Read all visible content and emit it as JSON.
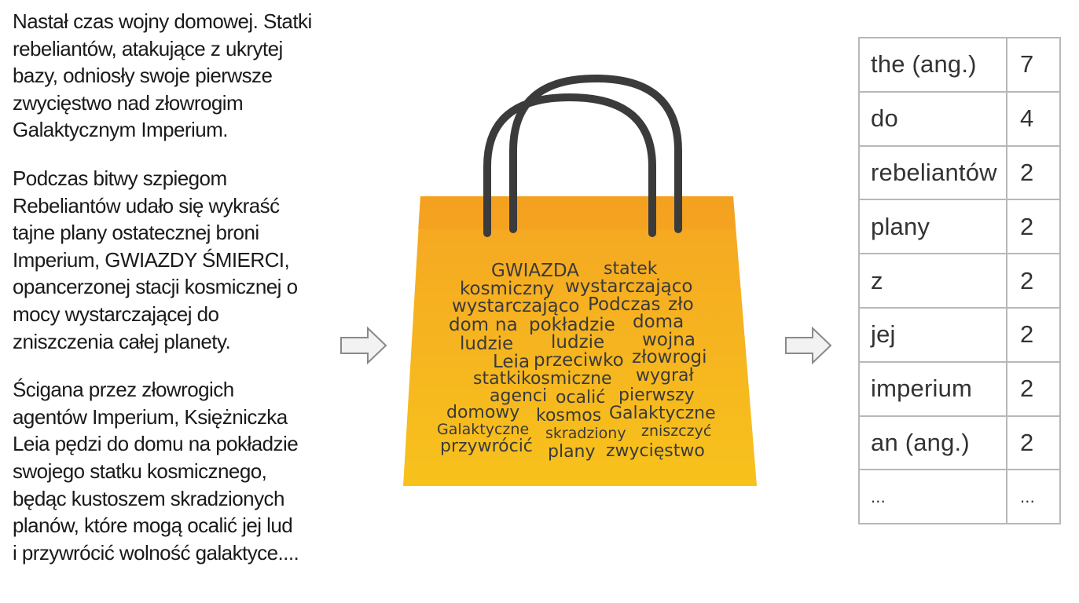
{
  "story": {
    "paragraphs": [
      [
        "Nastał czas wojny domowej. Statki",
        "rebeliantów, atakujące z ukrytej",
        "bazy, odniosły swoje pierwsze",
        "zwycięstwo nad złowrogim",
        "Galaktycznym Imperium."
      ],
      [
        "Podczas bitwy szpiegom",
        "Rebeliantów udało się wykraść",
        "tajne plany ostatecznej broni",
        "Imperium, GWIAZDY ŚMIERCI,",
        "opancerzonej stacji kosmicznej o",
        "mocy wystarczającej do",
        "zniszczenia całej planety."
      ],
      [
        "Ścigana przez złowrogich",
        "agentów Imperium, Księżniczka",
        "Leia pędzi do domu na pokładzie",
        "swojego statku kosmicznego,",
        "będąc kustoszem skradzionych",
        "planów, które mogą ocalić jej lud",
        "i przywrócić wolność galaktyce...."
      ]
    ]
  },
  "bag": {
    "words": [
      "GWIAZDA",
      "statek",
      "kosmiczny",
      "wystarczająco",
      "wystarczająco",
      "Podczas",
      "zło",
      "dom",
      "na",
      "pokładzie",
      "doma",
      "ludzie",
      "ludzie",
      "wojna",
      "Leia",
      "przeciwko",
      "złowrogi",
      "statki",
      "kosmiczne",
      "wygrał",
      "agenci",
      "ocalić",
      "pierwszy",
      "domowy",
      "kosmos",
      "Galaktyczne",
      "Galaktyczne",
      "skradziony",
      "zniszczyć",
      "przywrócić",
      "plany",
      "zwycięstwo"
    ]
  },
  "table": {
    "rows": [
      {
        "word": "the (ang.)",
        "count": "7"
      },
      {
        "word": "do",
        "count": "4"
      },
      {
        "word": "rebeliantów",
        "count": "2"
      },
      {
        "word": "plany",
        "count": "2"
      },
      {
        "word": "z",
        "count": "2"
      },
      {
        "word": "jej",
        "count": "2"
      },
      {
        "word": "imperium",
        "count": "2"
      },
      {
        "word": "an (ang.)",
        "count": "2"
      },
      {
        "word": "...",
        "count": "..."
      }
    ]
  },
  "colors": {
    "bag_top": "#f5a623",
    "bag_bottom": "#f7c21c",
    "handle": "#3b3b3b",
    "arrow_fill": "#f2f2f2",
    "arrow_stroke": "#8a8a8a",
    "table_border": "#b8b8b8"
  }
}
